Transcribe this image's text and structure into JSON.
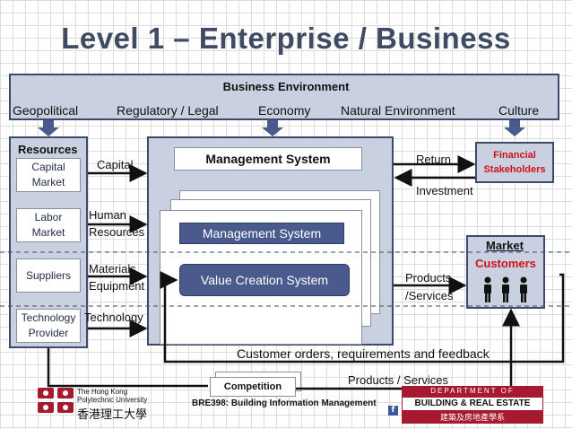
{
  "title": "Level 1 – Enterprise / Business",
  "business_environment": {
    "heading": "Business Environment",
    "factors": [
      "Geopolitical",
      "Regulatory / Legal",
      "Economy",
      "Natural Environment",
      "Culture"
    ]
  },
  "resources": {
    "heading": "Resources",
    "items": [
      {
        "label": "Capital\nMarket",
        "flow": "Capital"
      },
      {
        "label": "Labor\nMarket",
        "flow": "Human\nResources"
      },
      {
        "label": "Suppliers",
        "flow": "Materials\nEquipment"
      },
      {
        "label": "Technology\nProvider",
        "flow": "Technology"
      }
    ]
  },
  "management_system": {
    "top_label": "Management System",
    "inner_label": "Management System",
    "value_creation": "Value Creation System"
  },
  "financial_stakeholders": {
    "label": "Financial\nStakeholders",
    "color": "#d0111b"
  },
  "flows": {
    "return": "Return",
    "investment": "Investment",
    "products_services": "Products\n/Services",
    "feedback": "Customer orders, requirements and feedback",
    "products_services_bottom": "Products / Services"
  },
  "market": {
    "heading": "Market",
    "customers": "Customers",
    "customers_color": "#d0111b",
    "people_icon": "people-icon"
  },
  "competition": "Competition",
  "footer": {
    "university_en": "The Hong Kong\nPolytechnic University",
    "university_zh": "香港理工大學",
    "course": "BRE398: Building Information Management",
    "dept_line1": "DEPARTMENT OF",
    "dept_line2": "BUILDING & REAL ESTATE",
    "dept_zh": "建築及房地產學系",
    "logo_color": "#a6192e"
  },
  "colors": {
    "navy": "#3d4a6b",
    "box_fill": "#c9d1e1",
    "title": "#3f4a63"
  }
}
